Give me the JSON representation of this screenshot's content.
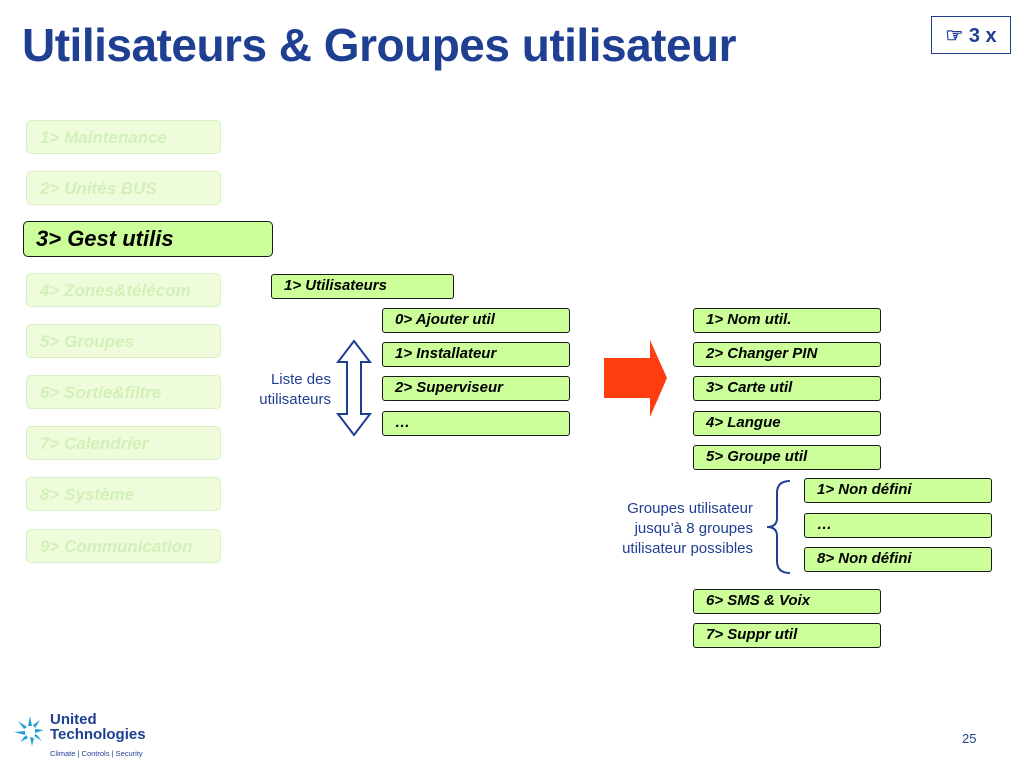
{
  "title": "Utilisateurs & Groupes utilisateur",
  "badge": "☞ 3 x",
  "menu": [
    "1> Maintenance",
    "2> Unités BUS",
    "3> Gest utilis",
    "4> Zones&télécom",
    "5> Groupes",
    "6> Sortie&filtre",
    "7> Calendrier",
    "8> Système",
    "9> Communication"
  ],
  "submenu": {
    "utilisateurs": "1> Utilisateurs"
  },
  "users": [
    "0> Ajouter util",
    "1> Installateur",
    "2> Superviseur",
    "…"
  ],
  "users_note": [
    "Liste des",
    "utilisateurs"
  ],
  "options": [
    "1> Nom util.",
    "2> Changer PIN",
    "3> Carte util",
    "4> Langue",
    "5> Groupe util"
  ],
  "groups": [
    "1> Non défini",
    "…",
    "8> Non défini"
  ],
  "groups_note": [
    "Groupes utilisateur",
    "jusqu’à 8 groupes",
    "utilisateur possibles"
  ],
  "options_more": [
    "6> SMS & Voix",
    "7> Suppr util"
  ],
  "footer": {
    "logo_line1": "United",
    "logo_line2": "Technologies",
    "logo_tagline": "Climate | Controls | Security",
    "page_number": "25"
  },
  "colors": {
    "title": "#1f3f93",
    "box_fill": "#ccff99",
    "arrow": "#ff3d10",
    "faded_text": "#d2f0b8"
  }
}
